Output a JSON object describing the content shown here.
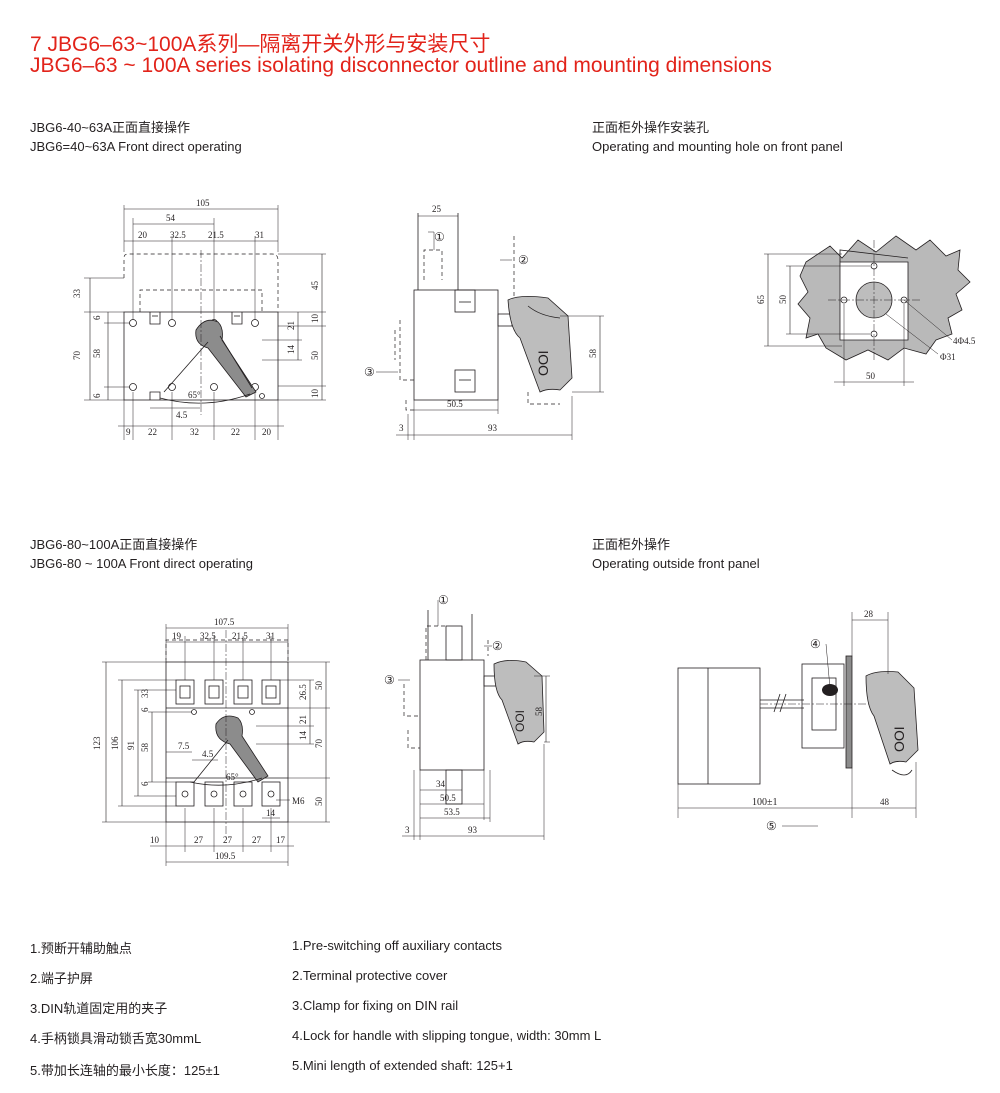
{
  "header": {
    "title_cn": "7  JBG6–63~100A系列—隔离开关外形与安装尺寸",
    "title_en": "JBG6–63 ~ 100A series isolating disconnector outline and mounting dimensions"
  },
  "sections": {
    "s1": {
      "cn": "JBG6-40~63A正面直接操作",
      "en": "JBG6=40~63A Front direct operating"
    },
    "s2": {
      "cn": "正面柜外操作安装孔",
      "en": "Operating and mounting hole on front panel"
    },
    "s3": {
      "cn": "JBG6-80~100A正面直接操作",
      "en": "JBG6-80 ~ 100A Front direct operating"
    },
    "s4": {
      "cn": "正面柜外操作",
      "en": "Operating outside front panel"
    }
  },
  "notes_cn": [
    "1.预断开辅助触点",
    "2.端子护屏",
    "3.DIN轨道固定用的夹子",
    "4.手柄锁具滑动锁舌宽30mmL",
    "5.带加长连轴的最小长度：125±1"
  ],
  "notes_en": [
    "1.Pre-switching off auxiliary contacts",
    "2.Terminal protective cover",
    "3.Clamp for fixing on DIN rail",
    "4.Lock for handle with slipping tongue, width: 30mm L",
    "5.Mini length of extended shaft: 125+1"
  ],
  "dims": {
    "d1": {
      "w105": "105",
      "w54": "54",
      "w20": "20",
      "w325": "32.5",
      "w215": "21.5",
      "w31": "31",
      "h33": "33",
      "h6a": "6",
      "h70": "70",
      "h58": "58",
      "h6b": "6",
      "h45": "45",
      "h10a": "10",
      "h21": "21",
      "h14": "14",
      "h50": "50",
      "h10b": "10",
      "ang": "65°",
      "d45": "4.5",
      "b9": "9",
      "b22a": "22",
      "b32": "32",
      "b22b": "22",
      "b20": "20"
    },
    "d2": {
      "w25": "25",
      "c1": "①",
      "c2": "②",
      "c3": "③",
      "h58": "58",
      "w505": "50.5",
      "w3": "3",
      "w93": "93"
    },
    "d3": {
      "h65": "65",
      "h50": "50",
      "w50": "50",
      "hole": "4Φ4.5",
      "phi": "Φ31"
    },
    "d4": {
      "w1075": "107.5",
      "w19": "19",
      "w325": "32.5",
      "w215": "21.5",
      "w31": "31",
      "h123": "123",
      "h106": "106",
      "h91": "91",
      "h58": "58",
      "h6a": "6",
      "h33": "33",
      "h6b": "6",
      "h50a": "50",
      "h265": "26.5",
      "h21": "21",
      "h14": "14",
      "h70": "70",
      "h50b": "50",
      "d75": "7.5",
      "d45": "4.5",
      "ang": "65°",
      "m6": "M6",
      "r14": "14",
      "b10": "10",
      "b27a": "27",
      "b27b": "27",
      "b27c": "27",
      "b17": "17",
      "b1095": "109.5"
    },
    "d5": {
      "c1": "①",
      "c2": "②",
      "c3": "③",
      "h58": "58",
      "w34": "34",
      "w505": "50.5",
      "w535": "53.5",
      "w3": "3",
      "w93": "93"
    },
    "d6": {
      "w28": "28",
      "c4": "④",
      "w100": "100±1",
      "w48": "48",
      "c5": "⑤"
    }
  }
}
